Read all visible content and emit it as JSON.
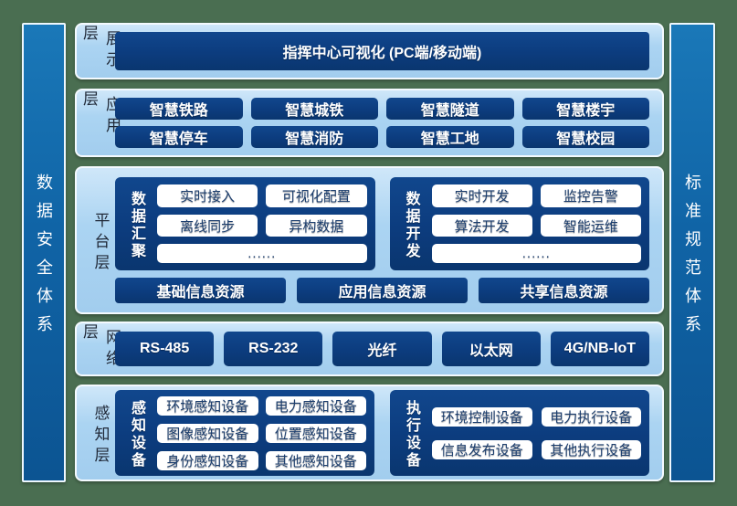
{
  "colors": {
    "background_green": "#4a6e51",
    "row_light_blue": "#abd4f2",
    "box_navy": "#0c3c7e",
    "panel_blue": "#1064a6",
    "chip_text_navy": "#1c3e6e"
  },
  "side_panels": {
    "left": "数据安全体系",
    "right": "标准规范体系"
  },
  "layers": {
    "display": {
      "label": "展示层",
      "banner": "指挥中心可视化 (PC端/移动端)"
    },
    "app": {
      "label": "应用层",
      "items": [
        "智慧铁路",
        "智慧城铁",
        "智慧隧道",
        "智慧楼宇",
        "智慧停车",
        "智慧消防",
        "智慧工地",
        "智慧校园"
      ]
    },
    "platform": {
      "label": "平台层",
      "groups": [
        {
          "title": "数据汇聚",
          "chips": [
            "实时接入",
            "可视化配置",
            "离线同步",
            "异构数据"
          ],
          "more": "......"
        },
        {
          "title": "数据开发",
          "chips": [
            "实时开发",
            "监控告警",
            "算法开发",
            "智能运维"
          ],
          "more": "......"
        }
      ],
      "bars": [
        "基础信息资源",
        "应用信息资源",
        "共享信息资源"
      ]
    },
    "network": {
      "label": "网络层",
      "items": [
        "RS-485",
        "RS-232",
        "光纤",
        "以太网",
        "4G/NB-IoT"
      ]
    },
    "sense": {
      "label": "感知层",
      "groups": [
        {
          "title": "感知设备",
          "chips": [
            "环境感知设备",
            "电力感知设备",
            "图像感知设备",
            "位置感知设备",
            "身份感知设备",
            "其他感知设备"
          ]
        },
        {
          "title": "执行设备",
          "chips": [
            "环境控制设备",
            "电力执行设备",
            "信息发布设备",
            "其他执行设备"
          ]
        }
      ]
    }
  }
}
